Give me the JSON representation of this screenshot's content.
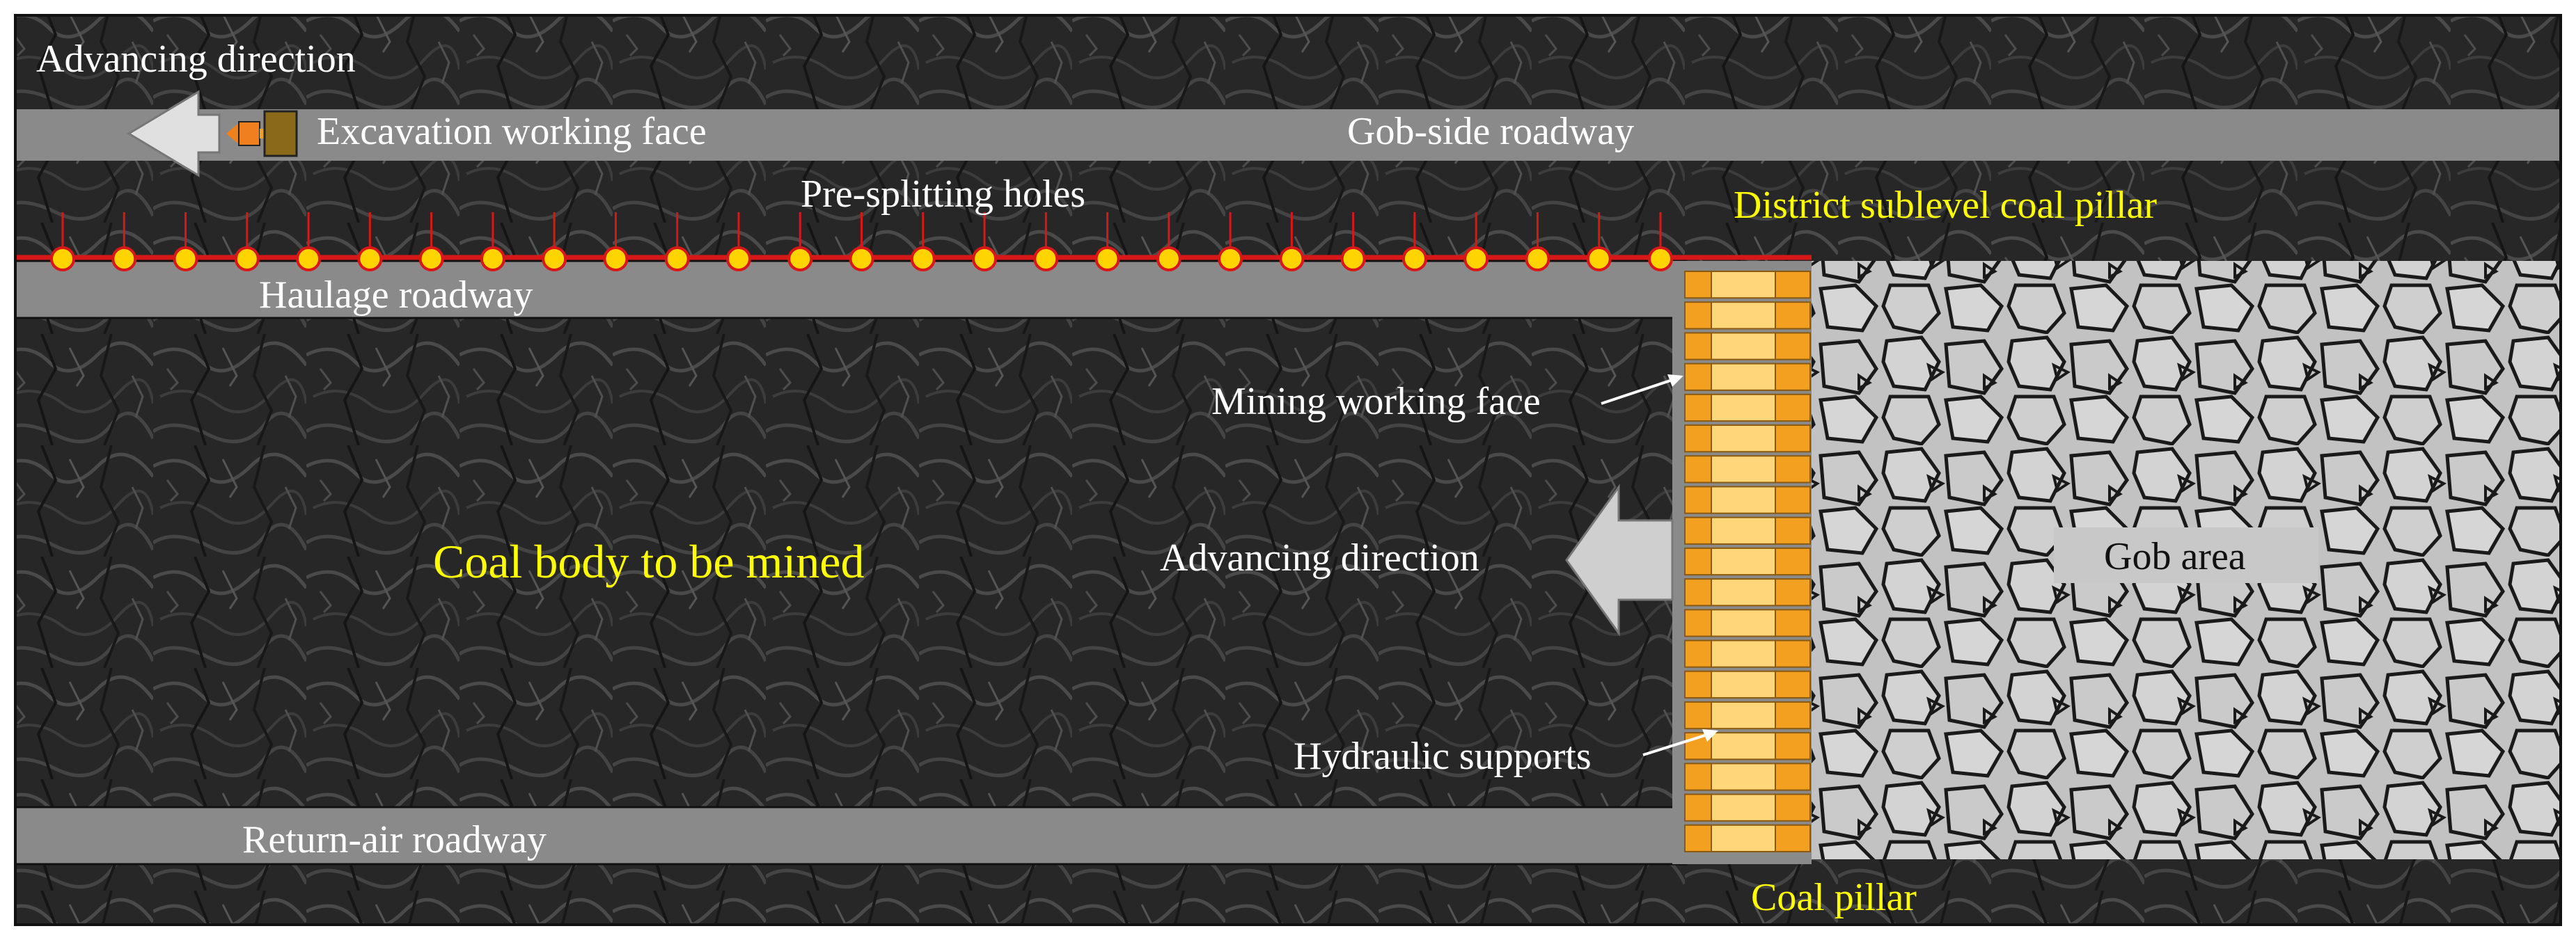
{
  "colors": {
    "rock": "#272727",
    "roadway": "#8a8a8a",
    "gob": "#c2c2c2",
    "support_light": "#ffd77a",
    "support_dark": "#f3a020",
    "hole_fill": "#ffd400",
    "split_line": "#d81818",
    "arrow": "#cfcfcf",
    "label_white": "#ffffff",
    "label_yellow": "#ffff00"
  },
  "labels": {
    "advancing_direction_top": "Advancing direction",
    "excavation_working_face": "Excavation working face",
    "gob_side_roadway": "Gob-side roadway",
    "pre_splitting_holes": "Pre-splitting holes",
    "district_sublevel_coal_pillar": "District sublevel coal pillar",
    "haulage_roadway": "Haulage roadway",
    "mining_working_face": "Mining working face",
    "coal_body_to_be_mined": "Coal body to be mined",
    "advancing_direction_middle": "Advancing direction",
    "gob_area": "Gob area",
    "hydraulic_supports": "Hydraulic supports",
    "return_air_roadway": "Return-air roadway",
    "coal_pillar": "Coal pillar"
  },
  "counts": {
    "pre_splitting_holes": 27,
    "hydraulic_supports": 19
  },
  "icons": {
    "excavator": "excavator-icon",
    "advance_arrow": "left-arrow-icon"
  }
}
